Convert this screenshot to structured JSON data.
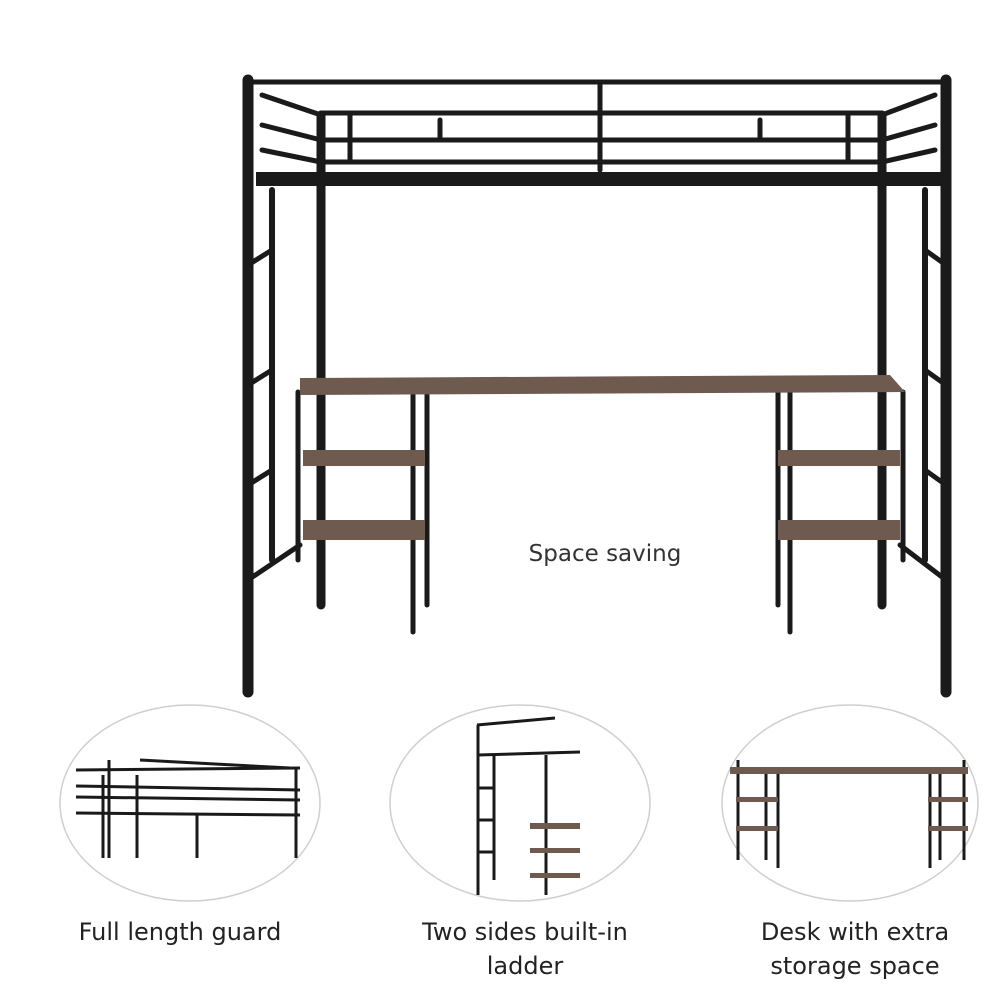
{
  "headline": "Space saving",
  "features": [
    {
      "label": "Full length guard"
    },
    {
      "label": "Two sides built-in ladder"
    },
    {
      "label": "Desk with extra storage space"
    }
  ],
  "colors": {
    "frame": "#1a1a1a",
    "wood": "#6f5a50",
    "circle": "#cfcfcf"
  }
}
